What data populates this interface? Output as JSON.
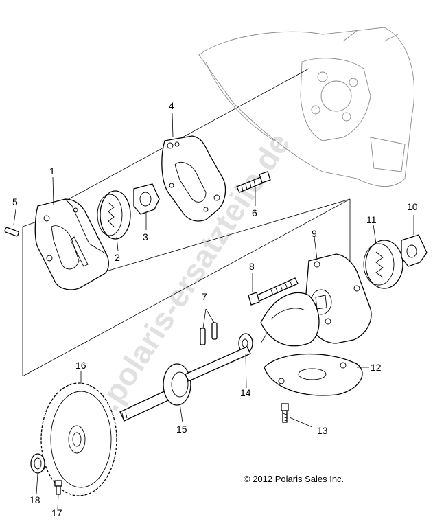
{
  "copyright": "© 2012 Polaris Sales Inc.",
  "watermark": "www.polaris-ersatzteile.de",
  "callouts": {
    "c1": "1",
    "c2": "2",
    "c3": "3",
    "c4": "4",
    "c5": "5",
    "c6": "6",
    "c7": "7",
    "c8": "8",
    "c9": "9",
    "c10": "10",
    "c11": "11",
    "c12": "12",
    "c13": "13",
    "c14": "14",
    "c15": "15",
    "c16": "16",
    "c17": "17",
    "c18": "18"
  }
}
